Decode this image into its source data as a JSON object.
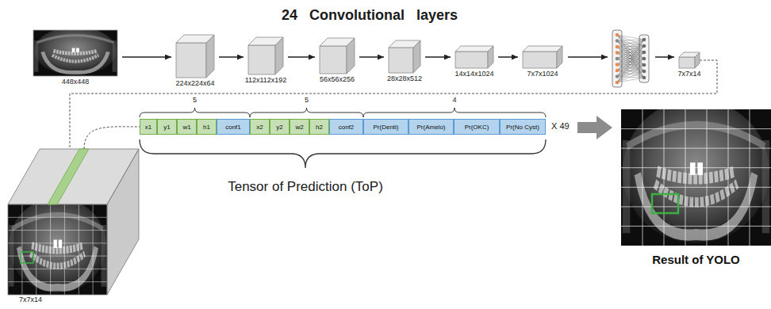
{
  "diagram": {
    "title": "24 Convolutional layers",
    "nodes": [
      {
        "text": [
          "448x448"
        ]
      },
      {
        "text": [
          "224x224x64"
        ]
      },
      {
        "text": [
          "112x112x192"
        ]
      },
      {
        "text": [
          "56x56x256"
        ]
      },
      {
        "text": [
          "28x28x512"
        ]
      },
      {
        "text": [
          "14x14x1024"
        ]
      },
      {
        "text": [
          "7x7x1024"
        ]
      },
      {
        "text": [
          "7x7x14"
        ]
      },
      {
        "text": [
          "x1"
        ]
      },
      {
        "text": [
          "y1"
        ]
      },
      {
        "text": [
          "w1"
        ]
      },
      {
        "text": [
          "h1"
        ]
      },
      {
        "text": [
          "conf1"
        ]
      },
      {
        "text": [
          "x2"
        ]
      },
      {
        "text": [
          "y2"
        ]
      },
      {
        "text": [
          "w2"
        ]
      },
      {
        "text": [
          "h2"
        ]
      },
      {
        "text": [
          "conf2"
        ]
      },
      {
        "text": [
          "Pr(Denti)"
        ]
      },
      {
        "text": [
          "Pr(Amelo)"
        ]
      },
      {
        "text": [
          "Pr(OKC)"
        ]
      },
      {
        "text": [
          "Pr(No Cyst)"
        ]
      },
      {
        "text": [
          "7x7x14"
        ]
      },
      {
        "text": [
          "Result of YOLO"
        ]
      }
    ],
    "edges": [
      {
        "from": 0,
        "to": 1,
        "arrow": "to"
      },
      {
        "from": 1,
        "to": 2,
        "arrow": "to"
      },
      {
        "from": 2,
        "to": 3,
        "arrow": "to"
      },
      {
        "from": 3,
        "to": 4,
        "arrow": "to"
      },
      {
        "from": 4,
        "to": 5,
        "arrow": "to"
      },
      {
        "from": 5,
        "to": 6,
        "arrow": "to"
      },
      {
        "from": 7,
        "to": 22,
        "arrow": "none"
      },
      {
        "from": 22,
        "to": 8,
        "arrow": "none"
      }
    ],
    "labels": [
      "5",
      "5",
      "4",
      "X 49",
      "Tensor of Prediction (ToP)"
    ]
  }
}
